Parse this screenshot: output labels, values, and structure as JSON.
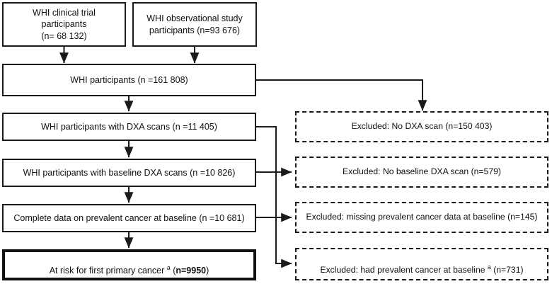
{
  "diagram": {
    "title": "WHI participant selection flow",
    "stroke_color": "#1a1a1a",
    "background": "#ffffff"
  },
  "nodes": {
    "clinical_trial": {
      "label": "WHI clinical trial\nparticipants\n(n= 68 132)",
      "style": "solid"
    },
    "observational": {
      "label": "WHI observational study\nparticipants (n=93 676)",
      "style": "solid"
    },
    "all_participants": {
      "label": "WHI participants (n =161 808)",
      "style": "solid"
    },
    "dxa_scans": {
      "label": "WHI participants with DXA scans (n =11 405)",
      "style": "solid"
    },
    "baseline_dxa": {
      "label": "WHI participants with baseline DXA scans (n =10 826)",
      "style": "solid"
    },
    "complete_data": {
      "label": "Complete data on prevalent cancer at baseline (n =10 681)",
      "style": "solid"
    },
    "at_risk": {
      "label_prefix": "At risk for first primary cancer ",
      "label_sup": "a",
      "label_mid": " (",
      "label_bold": "n=9950",
      "label_suffix": ")",
      "style": "thick"
    }
  },
  "exclusions": {
    "no_dxa": {
      "label": "Excluded: No DXA scan (n=150 403)",
      "style": "dashed"
    },
    "no_baseline_dxa": {
      "label": "Excluded: No baseline DXA scan (n=579)",
      "style": "dashed"
    },
    "missing_prevalent": {
      "label": "Excluded: missing prevalent cancer data at baseline (n=145)",
      "style": "dashed"
    },
    "had_prevalent": {
      "label_prefix": "Excluded: had prevalent cancer at baseline ",
      "label_sup": "a",
      "label_suffix": " (n=731)",
      "style": "dashed"
    }
  }
}
